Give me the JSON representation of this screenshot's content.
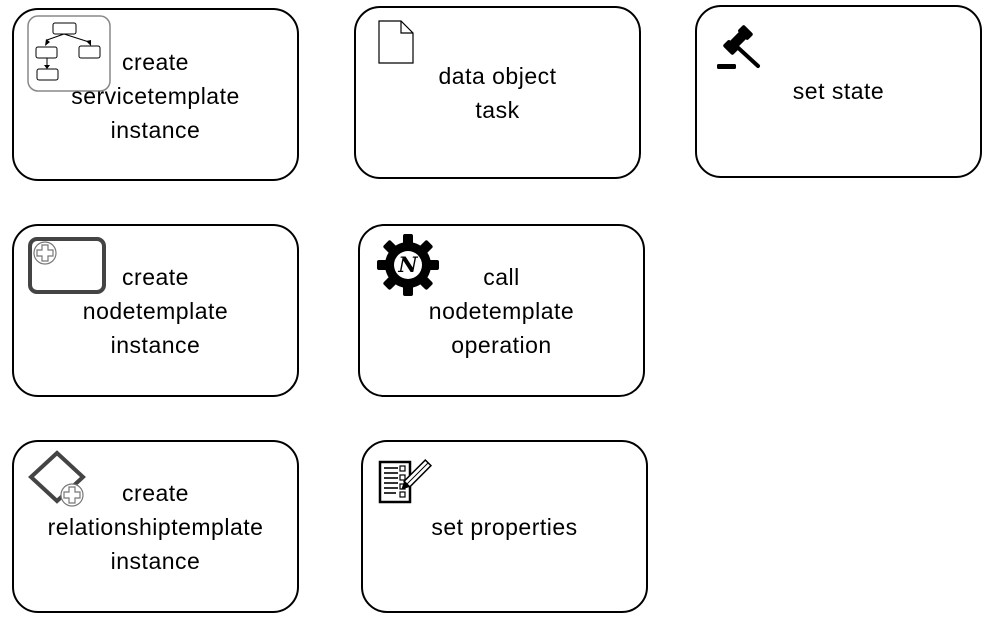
{
  "tasks": [
    {
      "icon": "service-template-diagram-icon",
      "lines": [
        "create",
        "servicetemplate",
        "instance"
      ]
    },
    {
      "icon": "data-object-icon",
      "lines": [
        "data object",
        "task"
      ]
    },
    {
      "icon": "gavel-icon",
      "lines": [
        "set state"
      ]
    },
    {
      "icon": "subprocess-plus-icon",
      "lines": [
        "create",
        "nodetemplate",
        "instance"
      ]
    },
    {
      "icon": "gear-n-icon",
      "lines": [
        "call",
        "nodetemplate",
        "operation"
      ]
    },
    {
      "icon": "diamond-plus-icon",
      "lines": [
        "create",
        "relationshiptemplate",
        "instance"
      ]
    },
    {
      "icon": "checklist-pencil-icon",
      "lines": [
        "set properties"
      ]
    }
  ],
  "gear_icon_letter": "N",
  "colors": {
    "stroke": "#000000",
    "icon_gray": "#888888",
    "background": "#ffffff"
  }
}
